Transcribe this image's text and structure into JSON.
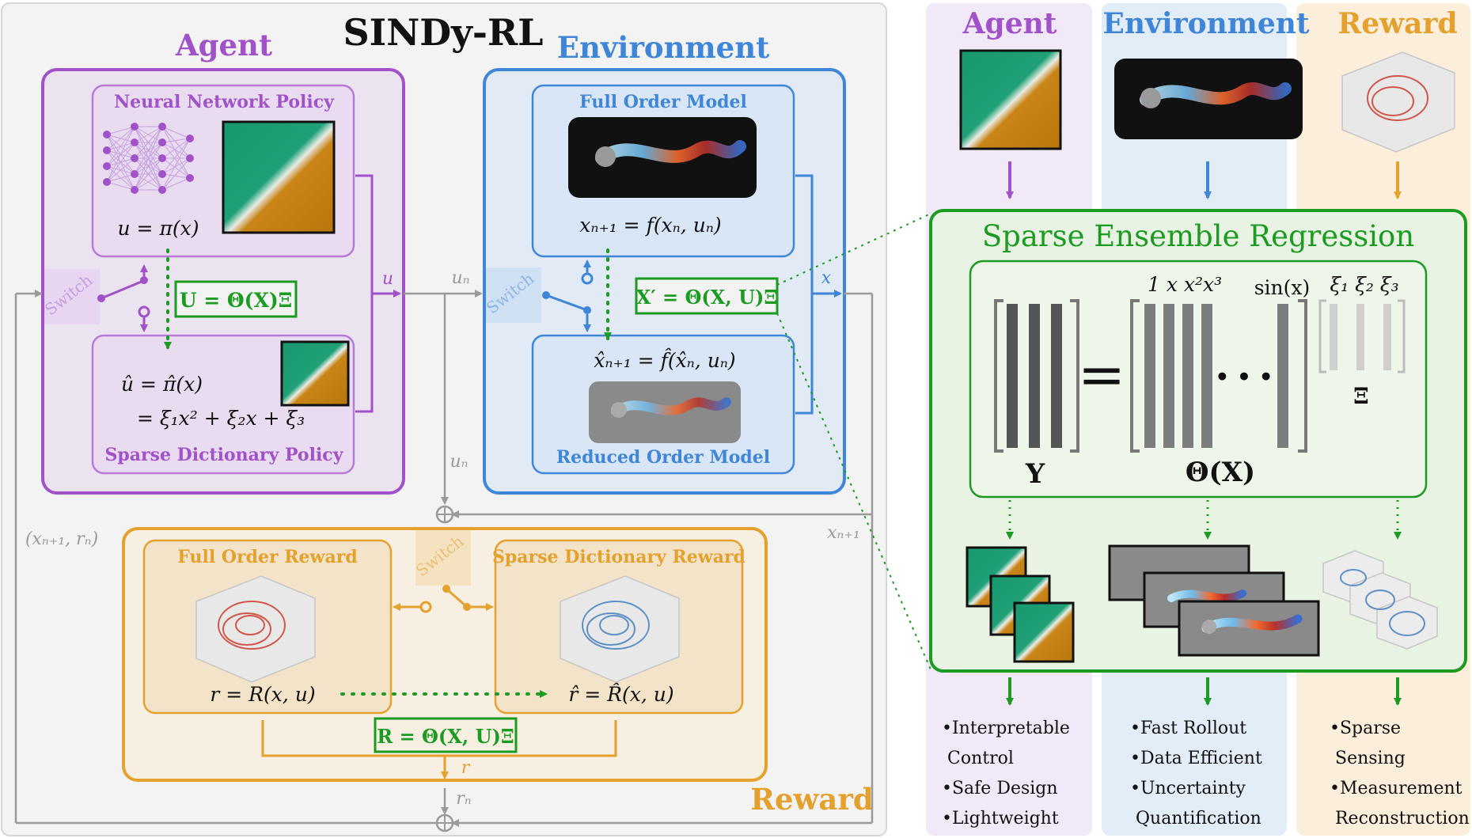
{
  "title": "SINDy-RL",
  "agent": {
    "title": "Agent",
    "nn_policy": {
      "title": "Neural Network Policy",
      "equation": "u = π(x)"
    },
    "sparse_policy": {
      "title": "Sparse Dictionary Policy",
      "eq_line1": "û = π̂(x)",
      "eq_line2": "= ξ₁x² + ξ₂x + ξ₃"
    },
    "switch": "Switch",
    "regression": "U = Θ(X)Ξ",
    "output": "u"
  },
  "environment": {
    "title": "Environment",
    "fom": {
      "title": "Full Order Model",
      "equation": "xₙ₊₁ = f(xₙ, uₙ)"
    },
    "rom": {
      "title": "Reduced Order Model",
      "equation": "x̂ₙ₊₁ = f̂(x̂ₙ, uₙ)"
    },
    "switch": "Switch",
    "regression": "X′ = Θ(X, U)Ξ",
    "output": "x"
  },
  "reward": {
    "title": "Reward",
    "full": {
      "title": "Full Order Reward",
      "equation": "r = R(x, u)"
    },
    "sparse": {
      "title": "Sparse Dictionary Reward",
      "equation": "r̂ = R̂(x, u)"
    },
    "switch": "Switch",
    "regression": "R = Θ(X, U)Ξ",
    "output": "r"
  },
  "signals": {
    "u_n_top": "uₙ",
    "u_n_mid": "uₙ",
    "x_next": "xₙ₊₁",
    "r_n": "rₙ",
    "state_reward": "(xₙ₊₁, rₙ)"
  },
  "right": {
    "col_agent": "Agent",
    "col_env": "Environment",
    "col_reward": "Reward",
    "ser_title": "Sparse Ensemble Regression",
    "Y": "Y",
    "theta": "Θ(X)",
    "xi": "Ξ",
    "lib_terms": "1  x  x²x³",
    "sin_term": "sin(x)",
    "xi_terms": "ξ₁ ξ₂ ξ₃",
    "equals": "=",
    "dots": "• • •",
    "agent_benefits": [
      "•Interpretable",
      " Control",
      "•Safe Design",
      "•Lightweight"
    ],
    "env_benefits": [
      "•Fast Rollout",
      "•Data Efficient",
      "•Uncertainty",
      " Quantification"
    ],
    "reward_benefits": [
      "•Sparse",
      " Sensing",
      "•Measurement",
      " Reconstruction"
    ]
  },
  "colors": {
    "agent": "#a152c9",
    "environment": "#3f86d8",
    "reward": "#e4a12d",
    "green": "#1c9b22",
    "gray": "#8a8a8a"
  }
}
